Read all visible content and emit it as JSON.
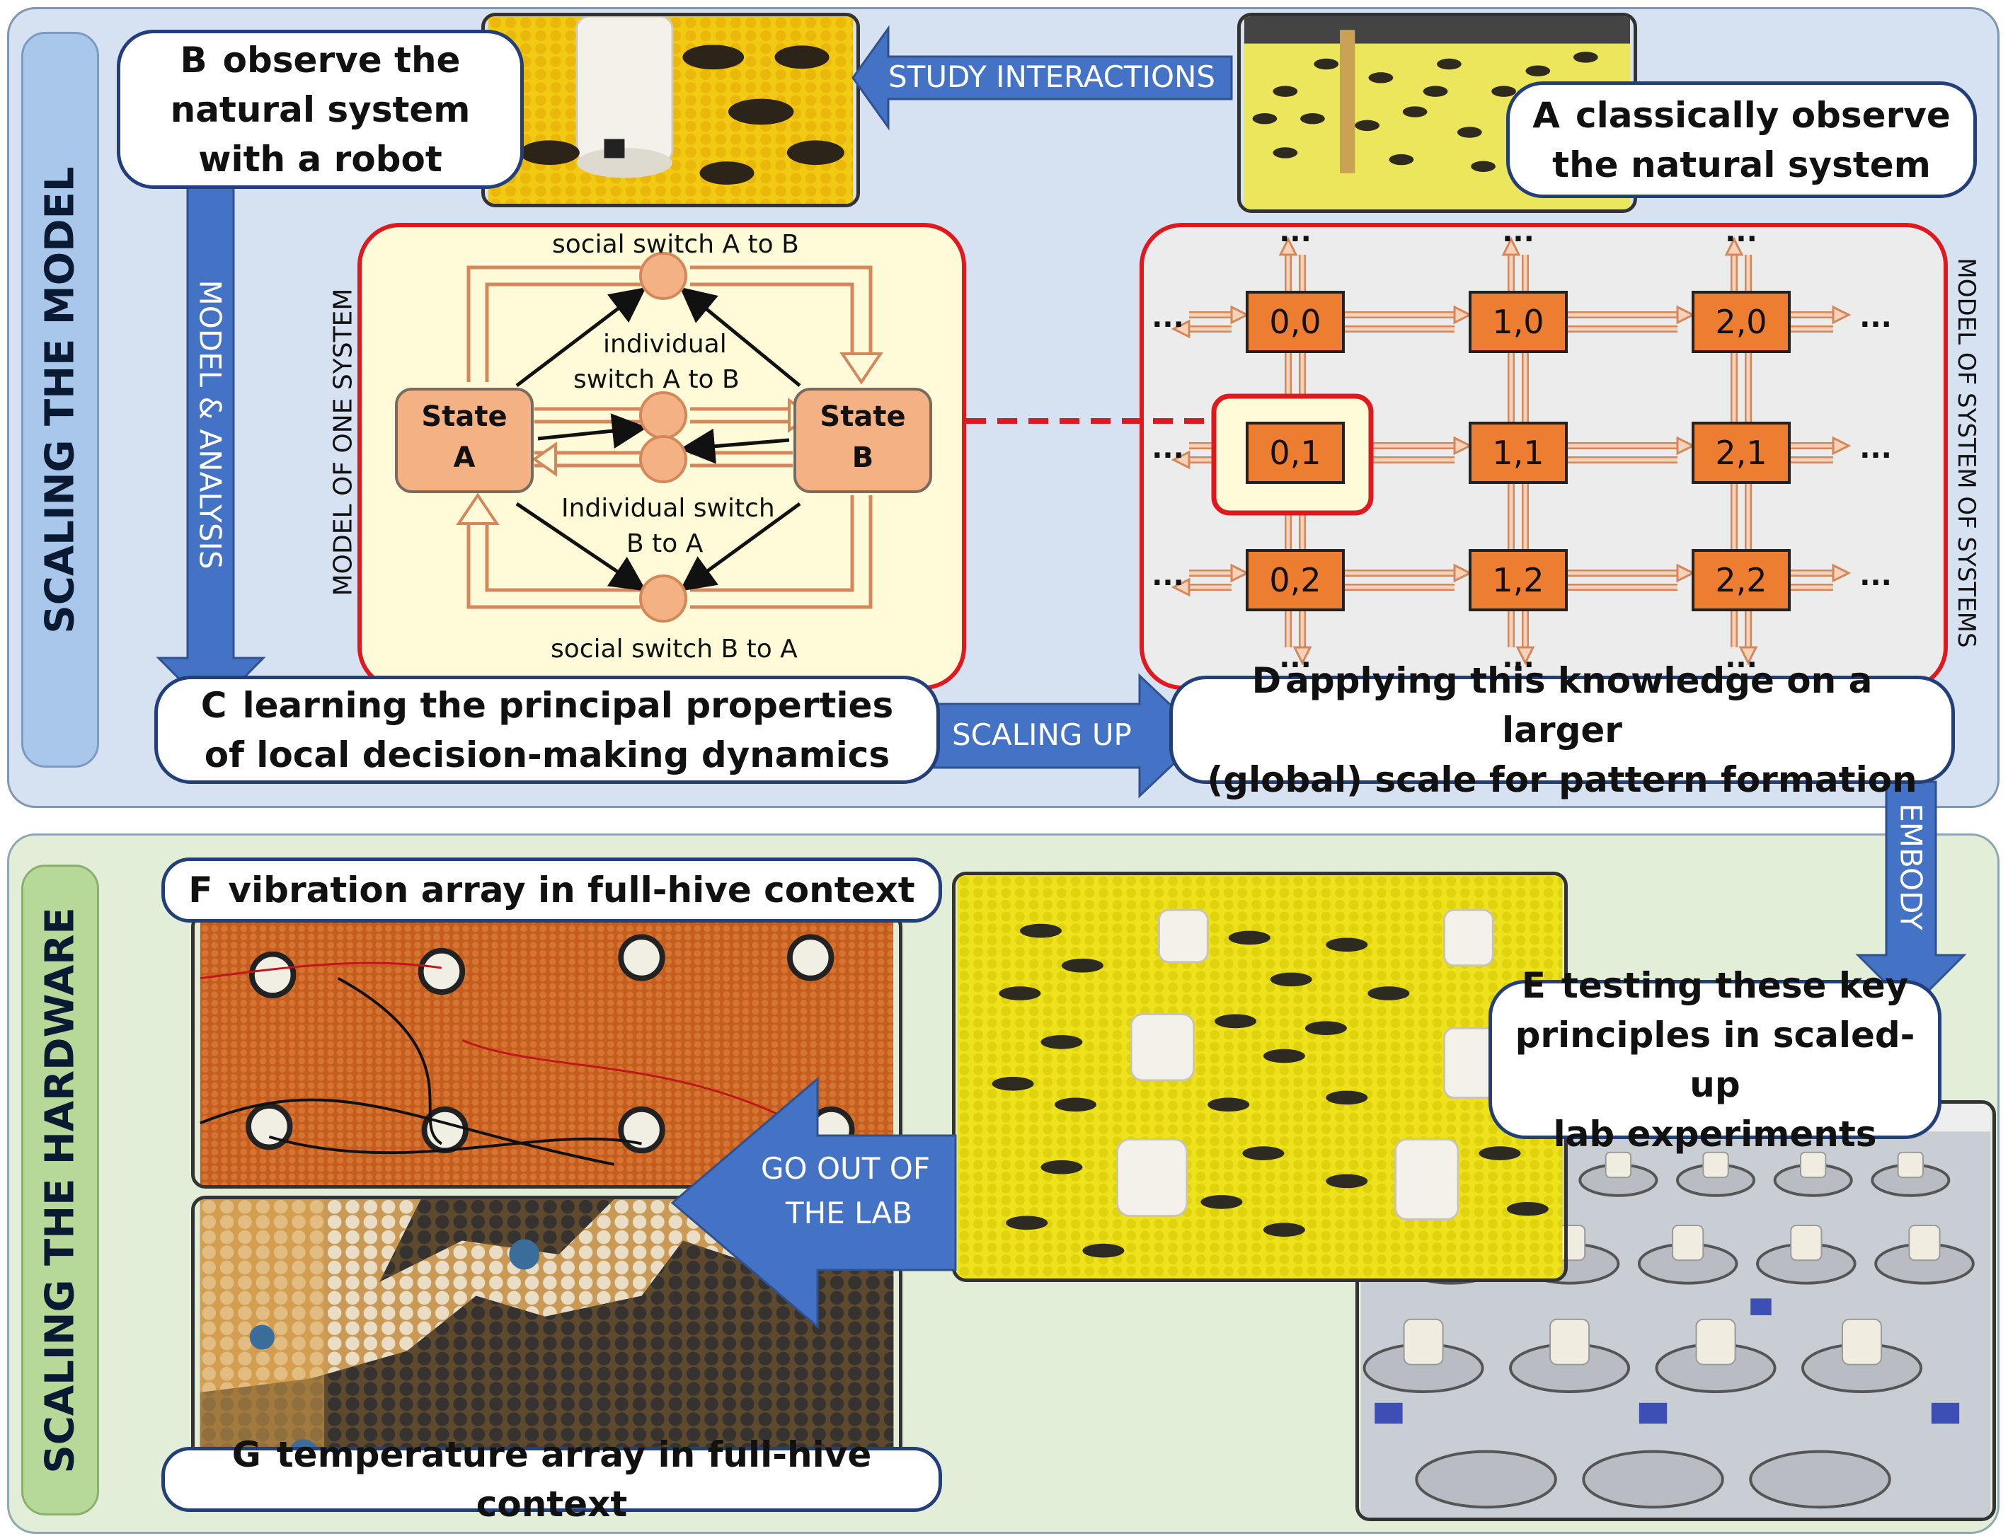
{
  "sections": {
    "top_label": "SCALING THE MODEL",
    "bottom_label": "SCALING THE HARDWARE"
  },
  "callouts": {
    "a": {
      "letter": "A",
      "line1": "classically observe",
      "line2": "the natural system"
    },
    "b": {
      "letter": "B",
      "line1": "observe the",
      "line2": "natural system",
      "line3": "with a robot"
    },
    "c": {
      "letter": "C",
      "line1": "learning the principal properties",
      "line2": "of local decision-making dynamics"
    },
    "d": {
      "letter": "D",
      "line1": "applying this knowledge on a larger",
      "line2": "(global) scale for pattern formation"
    },
    "e": {
      "letter": "E",
      "line1": "testing these key",
      "line2": "principles in scaled-up",
      "line3": "lab experiments"
    },
    "f": {
      "letter": "F",
      "text": "vibration array in full-hive context"
    },
    "g": {
      "letter": "G",
      "text": "temperature array in full-hive context"
    }
  },
  "arrows": {
    "study": "STUDY INTERACTIONS",
    "model_analysis": "MODEL & ANALYSIS",
    "scaling_up": "SCALING UP",
    "embody": "EMBODY",
    "go_out_1": "GO OUT OF",
    "go_out_2": "THE LAB"
  },
  "one_system": {
    "side_label": "MODEL OF ONE SYSTEM",
    "state_a_1": "State",
    "state_a_2": "A",
    "state_b_1": "State",
    "state_b_2": "B",
    "social_ab": "social switch A to B",
    "social_ba": "social switch B to A",
    "ind_ab_1": "individual",
    "ind_ab_2": "switch A to B",
    "ind_ba_1": "Individual switch",
    "ind_ba_2": "B to A"
  },
  "system_of_systems": {
    "side_label": "MODEL OF SYSTEM OF SYSTEMS",
    "cells": [
      "0,0",
      "1,0",
      "2,0",
      "0,1",
      "1,1",
      "2,1",
      "0,2",
      "1,2",
      "2,2"
    ],
    "ellipsis": "..."
  },
  "colors": {
    "arrow_blue": "#4472c4",
    "node_orange": "#ed7d31",
    "state_fill": "#f4b183",
    "model_border": "#e0191e",
    "one_system_bg": "#fffbd8",
    "grid_bg": "#ececec"
  }
}
